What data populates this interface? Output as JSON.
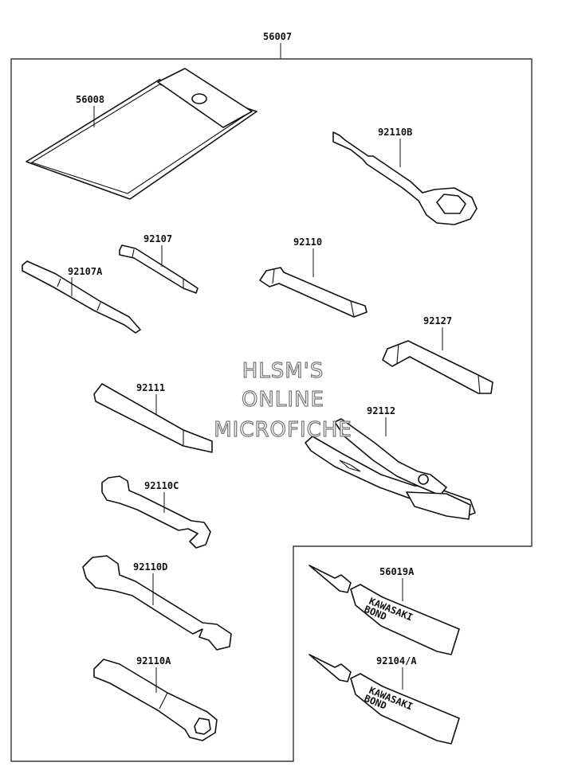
{
  "assembly_label": "56007",
  "parts": [
    {
      "id": "p56008",
      "label": "56008"
    },
    {
      "id": "p92110B",
      "label": "92110B"
    },
    {
      "id": "p92107",
      "label": "92107"
    },
    {
      "id": "p92107A",
      "label": "92107A"
    },
    {
      "id": "p92110",
      "label": "92110"
    },
    {
      "id": "p92127",
      "label": "92127"
    },
    {
      "id": "p92111",
      "label": "92111"
    },
    {
      "id": "p92112",
      "label": "92112"
    },
    {
      "id": "p92110C",
      "label": "92110C"
    },
    {
      "id": "p92110D",
      "label": "92110D"
    },
    {
      "id": "p92110A",
      "label": "92110A"
    },
    {
      "id": "p56019A",
      "label": "56019A"
    },
    {
      "id": "p92104A",
      "label": "92104/A"
    }
  ],
  "tube_print": {
    "brand": "KAWASAKI",
    "type": "BOND"
  },
  "watermark": {
    "line1": "HLSM'S",
    "line2": "ONLINE",
    "line3": "MICROFICHE"
  }
}
